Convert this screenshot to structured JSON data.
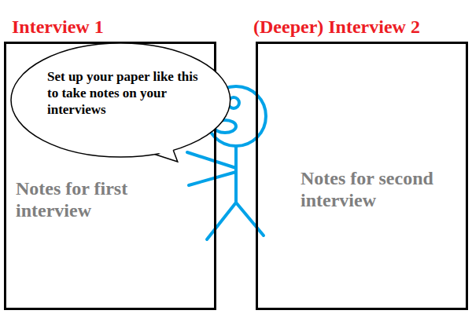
{
  "diagram": {
    "nodes": [
      {
        "text": [
          "Interview 1",
          "Notes for first interview"
        ]
      },
      {
        "text": [
          "(Deeper) Interview 2",
          "Notes for second interview"
        ]
      },
      {
        "text": [
          "Set up your paper like this to take notes on your interviews"
        ],
        "in": 0
      }
    ]
  }
}
